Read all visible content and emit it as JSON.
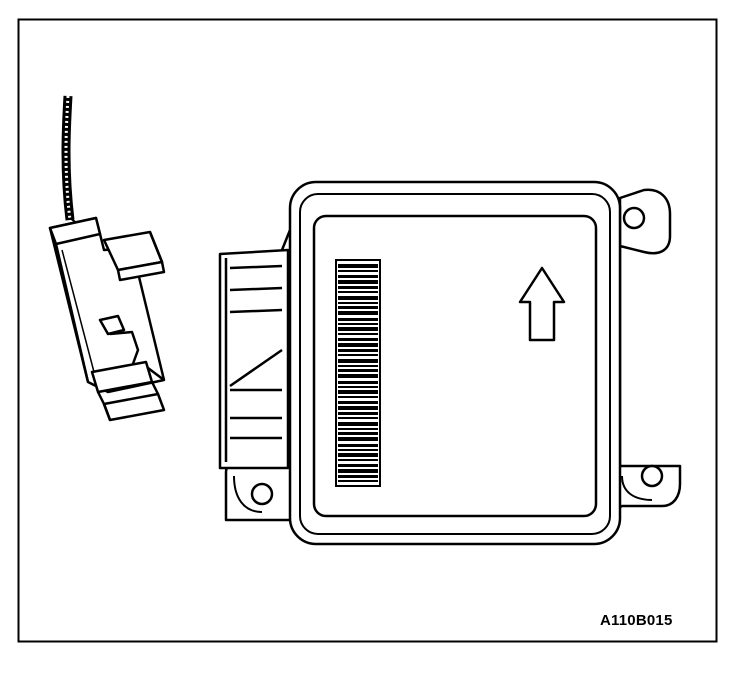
{
  "figure": {
    "code": "A110B015",
    "components": [
      {
        "name": "wiring-harness-connector",
        "icon": "connector-icon"
      },
      {
        "name": "control-module",
        "icon": "module-icon"
      },
      {
        "name": "orientation-arrow",
        "icon": "arrow-up-icon"
      }
    ],
    "colors": {
      "ink": "#000000",
      "paper": "#ffffff"
    }
  }
}
